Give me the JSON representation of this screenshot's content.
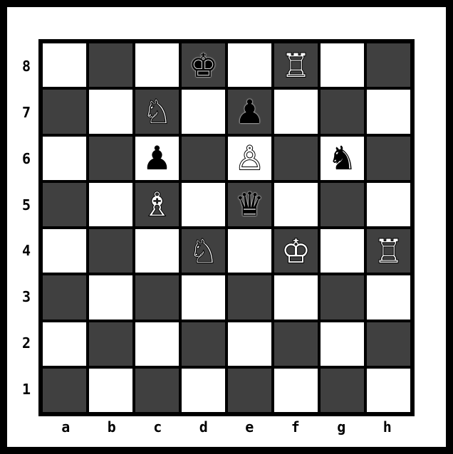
{
  "board": {
    "rank_labels": [
      "8",
      "7",
      "6",
      "5",
      "4",
      "3",
      "2",
      "1"
    ],
    "file_labels": [
      "a",
      "b",
      "c",
      "d",
      "e",
      "f",
      "g",
      "h"
    ],
    "squares": [
      [
        null,
        null,
        null,
        {
          "piece": "king",
          "color": "black",
          "glyph": "♚"
        },
        null,
        {
          "piece": "rook",
          "color": "white",
          "glyph": "♖"
        },
        null,
        null
      ],
      [
        null,
        null,
        {
          "piece": "knight",
          "color": "white",
          "glyph": "♘"
        },
        null,
        {
          "piece": "pawn",
          "color": "black",
          "glyph": "♟"
        },
        null,
        null,
        null
      ],
      [
        null,
        null,
        {
          "piece": "pawn",
          "color": "black",
          "glyph": "♟"
        },
        null,
        {
          "piece": "pawn",
          "color": "white",
          "glyph": "♙"
        },
        null,
        {
          "piece": "knight",
          "color": "black",
          "glyph": "♞"
        },
        null
      ],
      [
        null,
        null,
        {
          "piece": "bishop",
          "color": "white",
          "glyph": "♗"
        },
        null,
        {
          "piece": "queen",
          "color": "black",
          "glyph": "♛"
        },
        null,
        null,
        null
      ],
      [
        null,
        null,
        null,
        {
          "piece": "knight",
          "color": "white",
          "glyph": "♘"
        },
        null,
        {
          "piece": "king",
          "color": "white",
          "glyph": "♔"
        },
        null,
        {
          "piece": "rook",
          "color": "white",
          "glyph": "♖"
        }
      ],
      [
        null,
        null,
        null,
        null,
        null,
        null,
        null,
        null
      ],
      [
        null,
        null,
        null,
        null,
        null,
        null,
        null,
        null
      ],
      [
        null,
        null,
        null,
        null,
        null,
        null,
        null,
        null
      ]
    ],
    "colors": {
      "light": "#ffffff",
      "dark": "#404040",
      "border": "#000000"
    }
  }
}
